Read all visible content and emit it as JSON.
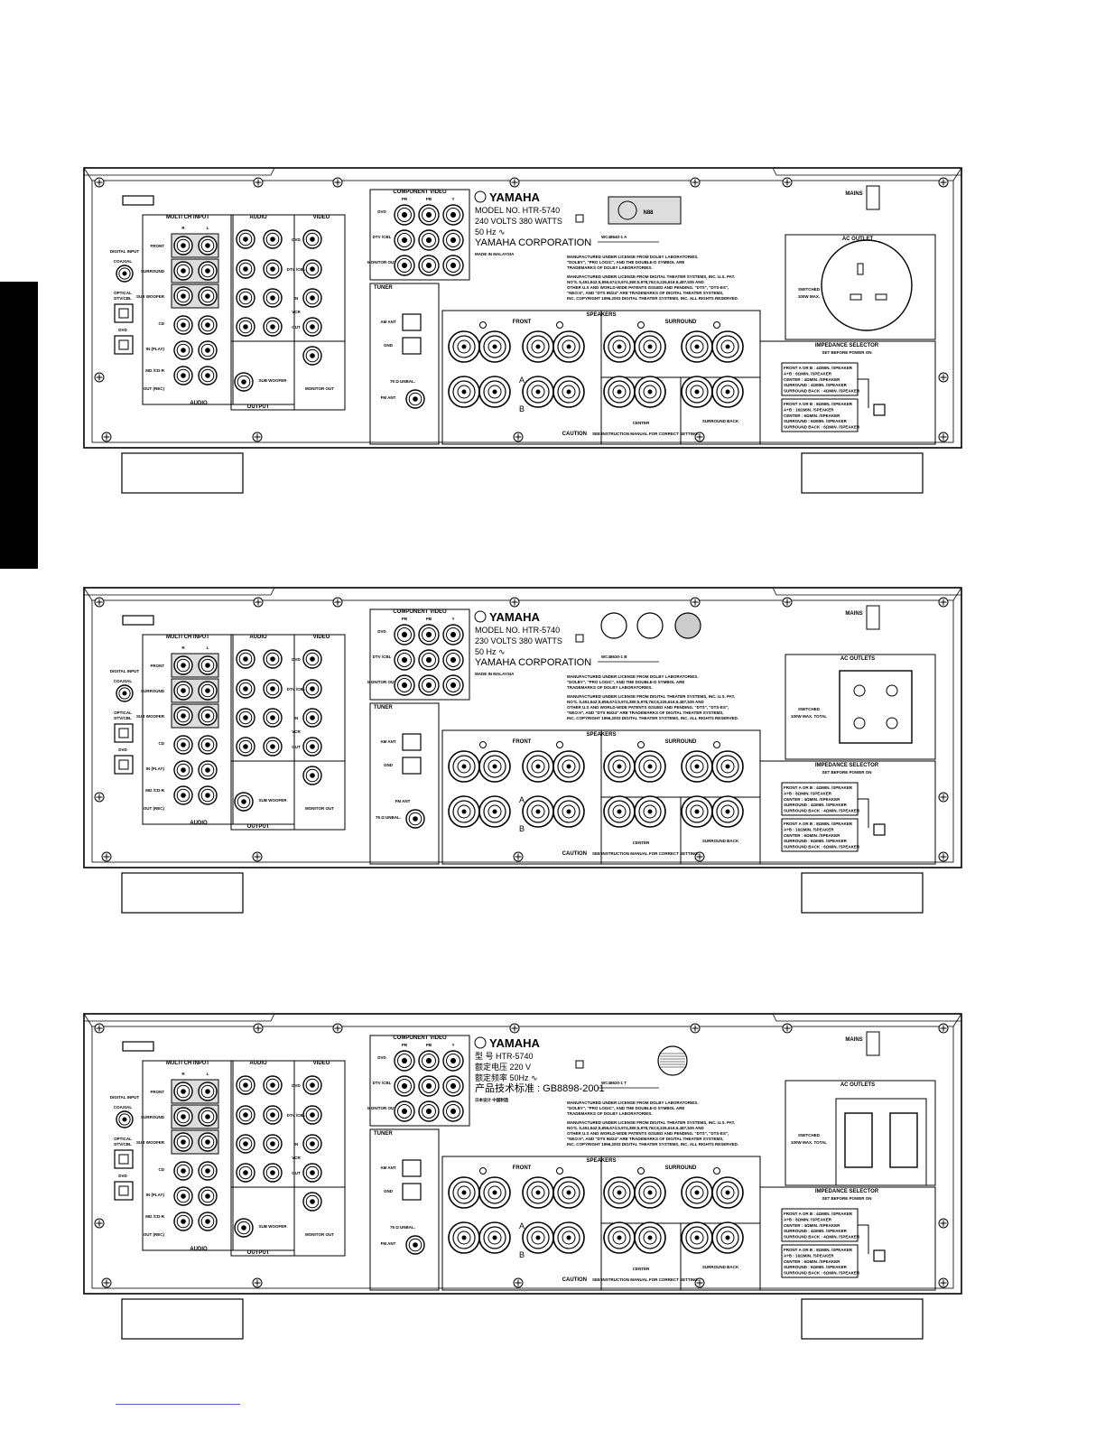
{
  "panels": [
    {
      "id": "panel-a",
      "model_line": "MODEL NO.  HTR-5740",
      "power_line": "240 VOLTS   380 WATTS",
      "freq_line": "50 Hz ∿",
      "brand": "YAMAHA",
      "corp": "YAMAHA CORPORATION",
      "made_in": "MADE IN MALAYSIA",
      "code": "WC48640-1 A",
      "cert_badge": "N88",
      "ac_title": "AC OUTLET",
      "ac_note_1": "SWITCHED",
      "ac_note_2": "100W MAX.",
      "tuner_labels": [
        "AM ANT",
        "GND",
        "75 Ω UNBAL.",
        "FM ANT"
      ]
    },
    {
      "id": "panel-b",
      "model_line": "MODEL NO.  HTR-5740",
      "power_line": "230 VOLTS   380 WATTS",
      "freq_line": "50 Hz ∿",
      "brand": "YAMAHA",
      "corp": "YAMAHA CORPORATION",
      "made_in": "MADE IN MALAYSIA",
      "code": "WC48630-1 B",
      "cert_badge": "",
      "ac_title": "AC OUTLETS",
      "ac_note_1": "SWITCHED",
      "ac_note_2": "100W MAX. TOTAL",
      "tuner_labels": [
        "AM ANT",
        "GND",
        "FM ANT",
        "75 Ω UNBAL."
      ]
    },
    {
      "id": "panel-c",
      "model_line": "型    号  HTR-5740",
      "power_line": "额定电压  220 V",
      "freq_line": "额定频率  50Hz ∿",
      "brand": "YAMAHA",
      "corp": "产品技术标准 : GB8898-2001",
      "made_in": "日本设计 中国制造",
      "code": "WC48620-1 T",
      "cert_badge": "",
      "ac_title": "AC OUTLETS",
      "ac_note_1": "SWITCHED",
      "ac_note_2": "100W MAX. TOTAL",
      "tuner_labels": [
        "AM ANT",
        "GND",
        "75 Ω UNBAL.",
        "FM ANT"
      ]
    }
  ],
  "common": {
    "component_video": "COMPONENT VIDEO",
    "pr": "PR",
    "pb": "PB",
    "y": "Y",
    "dvd": "DVD",
    "dtv": "DTV /CBL",
    "monitor_out": "MONITOR OUT",
    "tuner": "TUNER",
    "mains": "MAINS",
    "speakers": "SPEAKERS",
    "front": "FRONT",
    "surround": "SURROUND",
    "center": "CENTER",
    "surround_back": "SURROUND BACK",
    "impedance_selector": "IMPEDANCE SELECTOR",
    "set_before": "SET BEFORE POWER ON",
    "caution": "CAUTION",
    "caution_note": "SEE INSTRUCTION MANUAL FOR CORRECT SETTING.",
    "multi_ch_input": "MULTI CH INPUT",
    "audio": "AUDIO",
    "video": "VIDEO",
    "digital_input": "DIGITAL INPUT",
    "coaxial": "COAXIAL",
    "optical": "OPTICAL",
    "dtv_cbl_short": "DTV/CBL",
    "surround_label": "SURROUND",
    "sub_woofer": "SUB WOOFER",
    "center_label": "CENTER",
    "front_label": "FRONT",
    "cd": "CD",
    "in_play": "IN (PLAY)",
    "md_cdr": "MD /CD-R",
    "out_rec": "OUT (REC)",
    "vcr": "VCR",
    "in": "IN",
    "out": "OUT",
    "bus_woofer": "SUB WOOFER",
    "output": "OUTPUT",
    "monitor_out_video": "MONITOR OUT",
    "a": "A",
    "b": "B",
    "r": "R",
    "l": "L",
    "dolby_1": "MANUFACTURED UNDER LICENSE FROM DOLBY LABORATORIES.",
    "dolby_2": "\"DOLBY\", \"PRO LOGIC\", AND THE DOUBLE-D SYMBOL ARE",
    "dolby_3": "TRADEMARKS OF DOLBY LABORATORIES.",
    "dts_1": "MANUFACTURED UNDER LICENSE FROM DIGITAL THEATER SYSTEMS, INC. U.S. PAT.",
    "dts_2": "NO'S. 5,451,942;5,956,674;5,974,380;5,978,762;6,226,616;6,487,535 AND",
    "dts_3": "OTHER U.S AND WORLD-WIDE PATENTS ISSUED AND PENDING. \"DTS\", \"DTS-ES\",",
    "dts_4": "\"NEO:6\", AND \"DTS 96/24\" ARE TRADEMARKS OF DIGITAL THEATER SYSTEMS,",
    "dts_5": "INC. COPYRIGHT 1996,2003 DIGITAL THEATER SYSTEMS, INC. ALL RIGHTS RESERVED.",
    "imp_rows_1": [
      "FRONT A OR B  : 4ΩMIN. /SPEAKER",
      "A+B  : 8ΩMIN. /SPEAKER",
      "CENTER  : 4ΩMIN. /SPEAKER",
      "SURROUND  : 4ΩMIN. /SPEAKER",
      "SURROUND BACK : 4ΩMIN. /SPEAKER"
    ],
    "imp_rows_2": [
      "FRONT A OR B  : 8ΩMIN. /SPEAKER",
      "A+B  : 16ΩMIN. /SPEAKER",
      "CENTER  : 6ΩMIN. /SPEAKER",
      "SURROUND  : 6ΩMIN. /SPEAKER",
      "SURROUND BACK : 6ΩMIN. /SPEAKER"
    ]
  }
}
